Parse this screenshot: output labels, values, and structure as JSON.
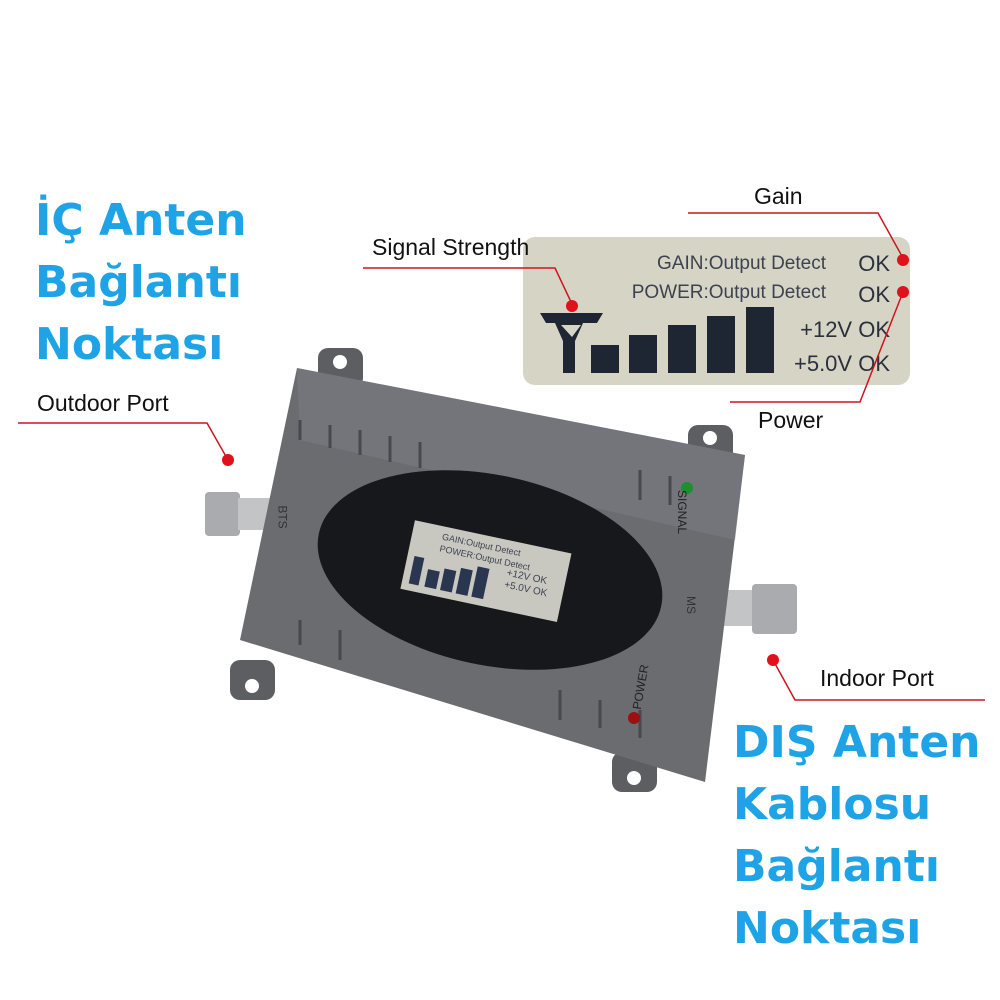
{
  "left_title": [
    "İÇ Anten",
    "Bağlantı",
    "Noktası"
  ],
  "right_title": [
    "DIŞ Anten",
    "Kablosu",
    "Bağlantı",
    "Noktası"
  ],
  "callouts": {
    "gain": "Gain",
    "signal": "Signal Strength",
    "power": "Power",
    "outdoor": "Outdoor Port",
    "indoor": "Indoor Port"
  },
  "display": {
    "gain_line": "GAIN:Output Detect",
    "power_line": "POWER:Output Detect",
    "ok": "OK",
    "v12": "+12V OK",
    "v5": "+5.0V OK",
    "signal_bars": 5
  },
  "device": {
    "signal_led": "SIGNAL",
    "power_led": "POWER",
    "bts": "BTS",
    "ms": "MS"
  },
  "colors": {
    "accent": "#1ea3e6",
    "callout_line": "#d0141e",
    "device": "#6a6c70",
    "panel": "#d6d5c5"
  }
}
